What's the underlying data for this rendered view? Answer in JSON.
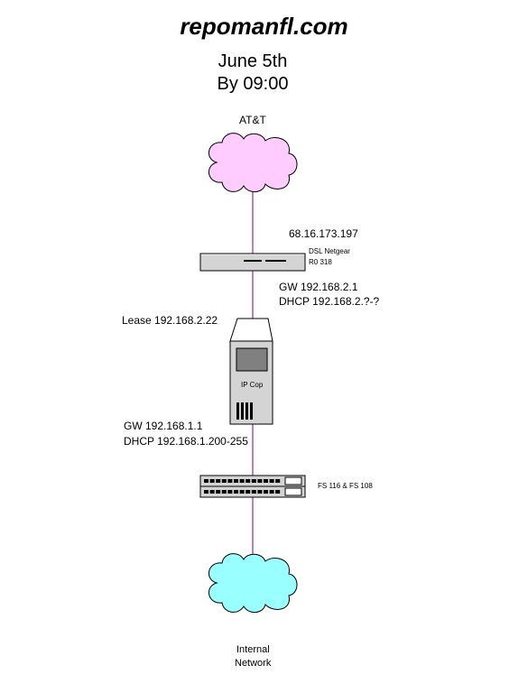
{
  "header": {
    "title": "repomanfl.com",
    "date": "June 5th",
    "time": "By 09:00"
  },
  "nodes": {
    "isp_cloud": {
      "label": "AT&T",
      "color": "#ffccff"
    },
    "modem": {
      "wan_ip": "68.16.173.197",
      "model_line1": "DSL Netgear",
      "model_line2": "R0 318",
      "gateway": "GW 192.168.2.1",
      "dhcp": "DHCP 192.168.2.?-?"
    },
    "firewall": {
      "lease": "Lease 192.168.2.22",
      "label": "IP Cop",
      "gateway": "GW 192.168.1.1",
      "dhcp": "DHCP 192.168.1.200-255"
    },
    "switch": {
      "label": "FS 116 & FS 108"
    },
    "internal_cloud": {
      "label_line1": "Internal",
      "label_line2": "Network",
      "color": "#99ffff"
    }
  }
}
